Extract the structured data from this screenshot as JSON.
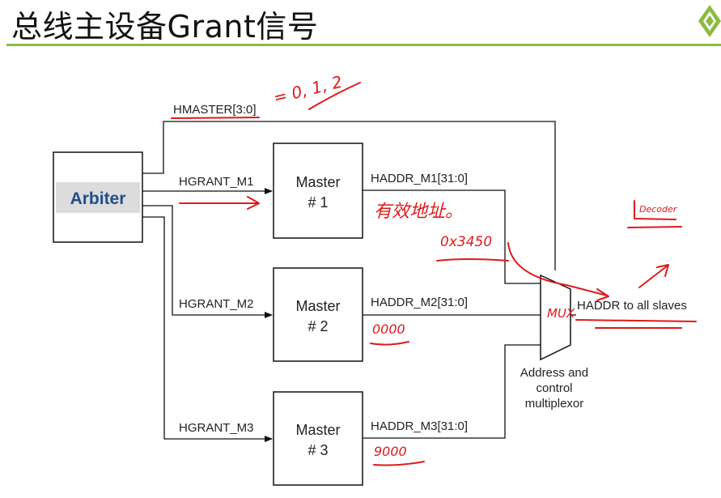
{
  "title": "总线主设备Grant信号",
  "arbiter": {
    "label": "Arbiter"
  },
  "signals": {
    "hmaster": "HMASTER[3:0]",
    "hgrant_m1": "HGRANT_M1",
    "hgrant_m2": "HGRANT_M2",
    "hgrant_m3": "HGRANT_M3",
    "haddr_m1": "HADDR_M1[31:0]",
    "haddr_m2": "HADDR_M2[31:0]",
    "haddr_m3": "HADDR_M3[31:0]",
    "haddr_out": "HADDR to all slaves"
  },
  "masters": [
    {
      "line1": "Master",
      "line2": "# 1"
    },
    {
      "line1": "Master",
      "line2": "# 2"
    },
    {
      "line1": "Master",
      "line2": "# 3"
    }
  ],
  "mux": {
    "line1": "Address and",
    "line2": "control",
    "line3": "multiplexor"
  },
  "annotations": {
    "hmaster_note": "= 0, 1, 2",
    "m1_note": "有效地址。",
    "addr_note": "0x3450",
    "mux_note": "MUX",
    "m2_note": "0000",
    "m3_note": "9000",
    "decoder_note": "Decoder"
  },
  "colors": {
    "accent": "#8dbb3f",
    "arbiter_text": "#1f4e8c",
    "ink": "#e0191b"
  }
}
